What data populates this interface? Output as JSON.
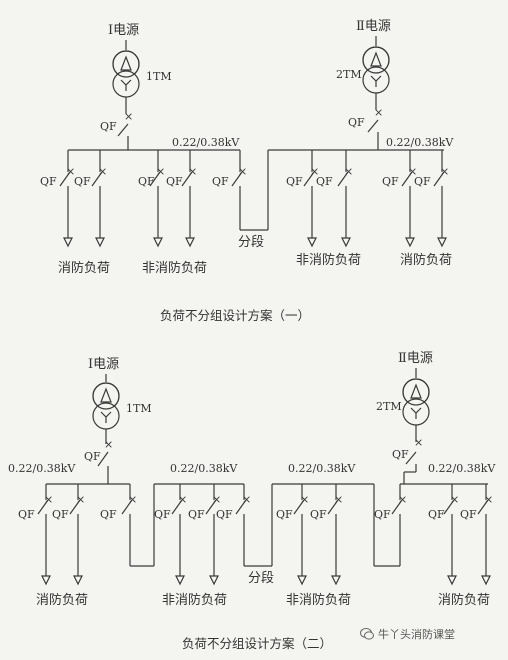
{
  "diagram1": {
    "source_left": "Ⅰ电源",
    "source_right": "Ⅱ电源",
    "tm_left": "1TM",
    "tm_right": "2TM",
    "qf": "QF",
    "voltage_left": "0.22/0.38kV",
    "voltage_right": "0.22/0.38kV",
    "section": "分段",
    "group_fire_left": "消防负荷",
    "group_nonfire_left": "非消防负荷",
    "group_nonfire_right": "非消防负荷",
    "group_fire_right": "消防负荷",
    "caption": "负荷不分组设计方案（一）"
  },
  "diagram2": {
    "source_left": "Ⅰ电源",
    "source_right": "Ⅱ电源",
    "tm_left": "1TM",
    "tm_right": "2TM",
    "qf": "QF",
    "voltage_1": "0.22/0.38kV",
    "voltage_2": "0.22/0.38kV",
    "voltage_3": "0.22/0.38kV",
    "voltage_4": "0.22/0.38kV",
    "section": "分段",
    "group_fire_left": "消防负荷",
    "group_nonfire_left": "非消防负荷",
    "group_nonfire_right": "非消防负荷",
    "group_fire_right": "消防负荷",
    "caption": "负荷不分组设计方案（二）"
  },
  "watermark": {
    "text": "牛丫头消防课堂",
    "icon": "wechat-icon"
  }
}
